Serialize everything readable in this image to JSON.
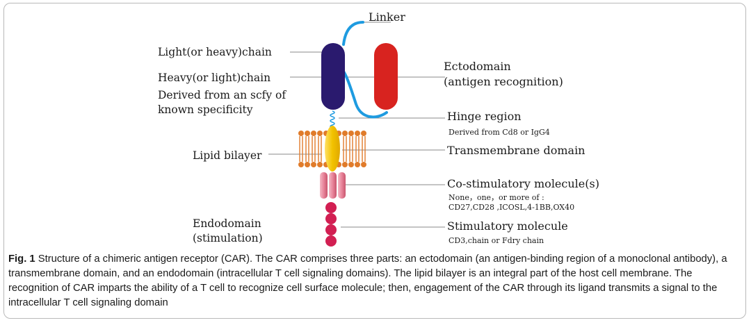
{
  "labels": {
    "linker": "Linker",
    "light_chain": "Light(or heavy)chain",
    "heavy_chain": "Heavy(or light)chain",
    "derived_line1": "Derived  from an scfy of",
    "derived_line2": "known specificity",
    "ectodomain_line1": "Ectodomain",
    "ectodomain_line2": "(antigen recognition)",
    "hinge": "Hinge region",
    "hinge_sub": "Derived from Cd8 or IgG4",
    "lipid": "Lipid  bilayer",
    "transmembrane": "Transmembrane domain",
    "costim": "Co-stimulatory molecule(s)",
    "costim_sub1": "None，one，or more of :",
    "costim_sub2": "CD27,CD28 ,ICOSL,4-1BB,OX40",
    "endodomain_line1": "Endodomain",
    "endodomain_line2": "(stimulation)",
    "stim": "Stimulatory  molecule",
    "stim_sub": "CD3,chain or Fdry chain"
  },
  "caption": {
    "fig_label": "Fig. 1",
    "text": " Structure of a chimeric antigen receptor (CAR). The CAR comprises three parts: an ectodomain (an antigen-binding region of a monoclonal antibody), a transmembrane domain, and an endodomain (intracellular T cell signaling domains). The lipid bilayer is an integral part of the host cell membrane. The recognition of CAR imparts the ability of a T cell to recognize cell surface molecule; then, engagement of the CAR through its ligand transmits a signal to the intracellular T cell signaling domain"
  },
  "colors": {
    "light_chain": "#2a1a6e",
    "heavy_chain": "#d8231f",
    "linker": "#1e9be0",
    "lipid_head": "#e07b2a",
    "transmembrane": "#f2c200",
    "costim": "#e8849a",
    "stim": "#d21f52",
    "leader": "#8a8a8a"
  }
}
